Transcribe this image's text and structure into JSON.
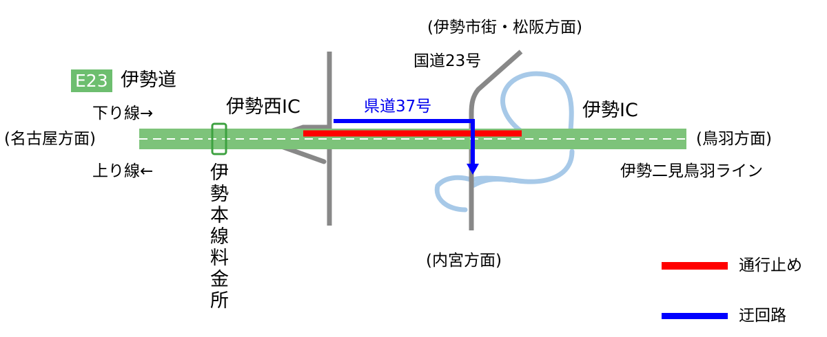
{
  "highway": {
    "badge": "E23",
    "name": "伊勢道",
    "down_line": "下り線→",
    "up_line": "上り線←"
  },
  "directions": {
    "nagoya": "(名古屋方面)",
    "toba": "(鳥羽方面)",
    "ise_city": "(伊勢市街・松阪方面)",
    "naiku": "(内宮方面)"
  },
  "places": {
    "ise_west_ic": "伊勢西IC",
    "ise_ic": "伊勢IC",
    "route23": "国道23号",
    "pref37": "県道37号",
    "futami_line": "伊勢二見鳥羽ライン",
    "toll_gate": "伊勢本線料金所"
  },
  "legend": {
    "closed": "通行止め",
    "detour": "迂回路"
  },
  "colors": {
    "highway": "#7dc37a",
    "closed": "#ff0000",
    "detour": "#0000ff",
    "local_road": "#888888",
    "ramp": "#a7c9e8"
  }
}
